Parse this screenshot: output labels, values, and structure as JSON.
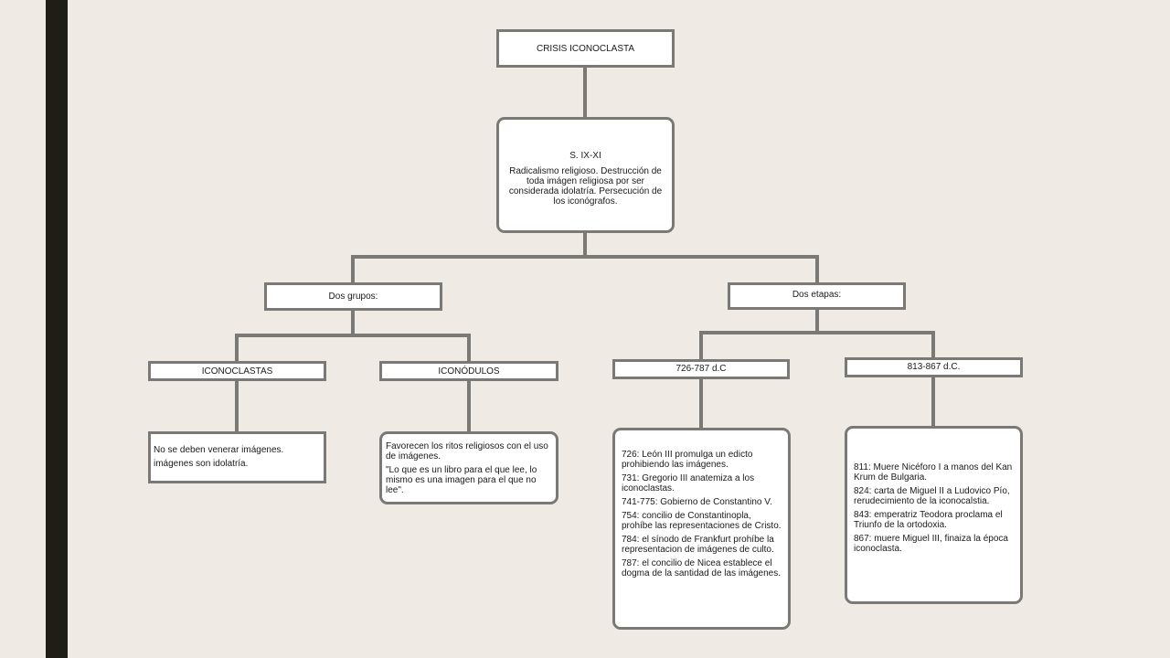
{
  "diagram": {
    "root": {
      "label": "CRISIS ICONOCLASTA"
    },
    "epoch": {
      "period": "S. IX-XI",
      "description": "Radicalismo religioso. Destrucción de toda imágen religiosa por ser considerada idolatría. Persecución de los iconógrafos."
    },
    "groups": {
      "label": "Dos grupos:",
      "iconoclastas": {
        "label": "ICONOCLASTAS",
        "lines": [
          "No se deben venerar imágenes.",
          "imágenes son idolatría."
        ]
      },
      "iconodulos": {
        "label": "ICONÓDULOS",
        "lines": [
          "Favorecen los ritos religiosos con el uso de imágenes.",
          "\"Lo que es un libro para el que lee, lo mismo es una imagen para el que no lee\"."
        ]
      }
    },
    "stages": {
      "label": "Dos etapas:",
      "first": {
        "label": "726-787 d.C",
        "events": [
          "726: León III promulga un edicto prohibiendo las imágenes.",
          "731: Gregorio III anatemiza a los iconoclastas.",
          "741-775: Gobierno de Constantino V.",
          "754: concilio de Constantinopla, prohíbe las representaciones de Cristo.",
          "784: el sínodo de Frankfurt prohíbe la representacion de imágenes de culto.",
          "787: el concilio de Nicea establece el dogma de la santidad de las imágenes."
        ]
      },
      "second": {
        "label": "813-867 d.C.",
        "events": [
          "811: Muere Nicéforo I a manos del Kan Krum de Bulgaria.",
          "824: carta de Miguel II a Ludovico Pío, rerudecimiento de la iconocalstia.",
          "843: emperatriz Teodora proclama el Triunfo de la ortodoxia.",
          "867: muere Miguel III, finaiza la época iconoclasta."
        ]
      }
    }
  },
  "colors": {
    "background": "#efebe4",
    "left_bar": "#1e1e17",
    "border": "#7a7976",
    "box_fill": "#ffffff"
  }
}
